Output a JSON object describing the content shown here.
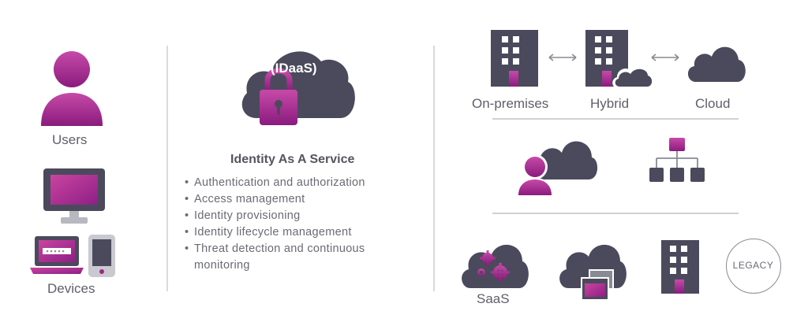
{
  "left": {
    "users_label": "Users",
    "devices_label": "Devices"
  },
  "center": {
    "cloud_label": "(IDaaS)",
    "title": "Identity As A Service",
    "features": [
      "Authentication and authorization",
      "Access management",
      "Identity provisioning",
      "Identity lifecycle management",
      "Threat detection and continuous",
      "monitoring"
    ]
  },
  "right": {
    "deployments": [
      {
        "label": "On-premises"
      },
      {
        "label": "Hybrid"
      },
      {
        "label": "Cloud"
      }
    ],
    "apps": {
      "saas_label": "SaaS",
      "legacy_label": "LEGACY"
    }
  },
  "colors": {
    "dark": "#4b4a5c",
    "accent": "#a3238f",
    "accent_light": "#c64db8",
    "divider": "#d9d9de"
  }
}
